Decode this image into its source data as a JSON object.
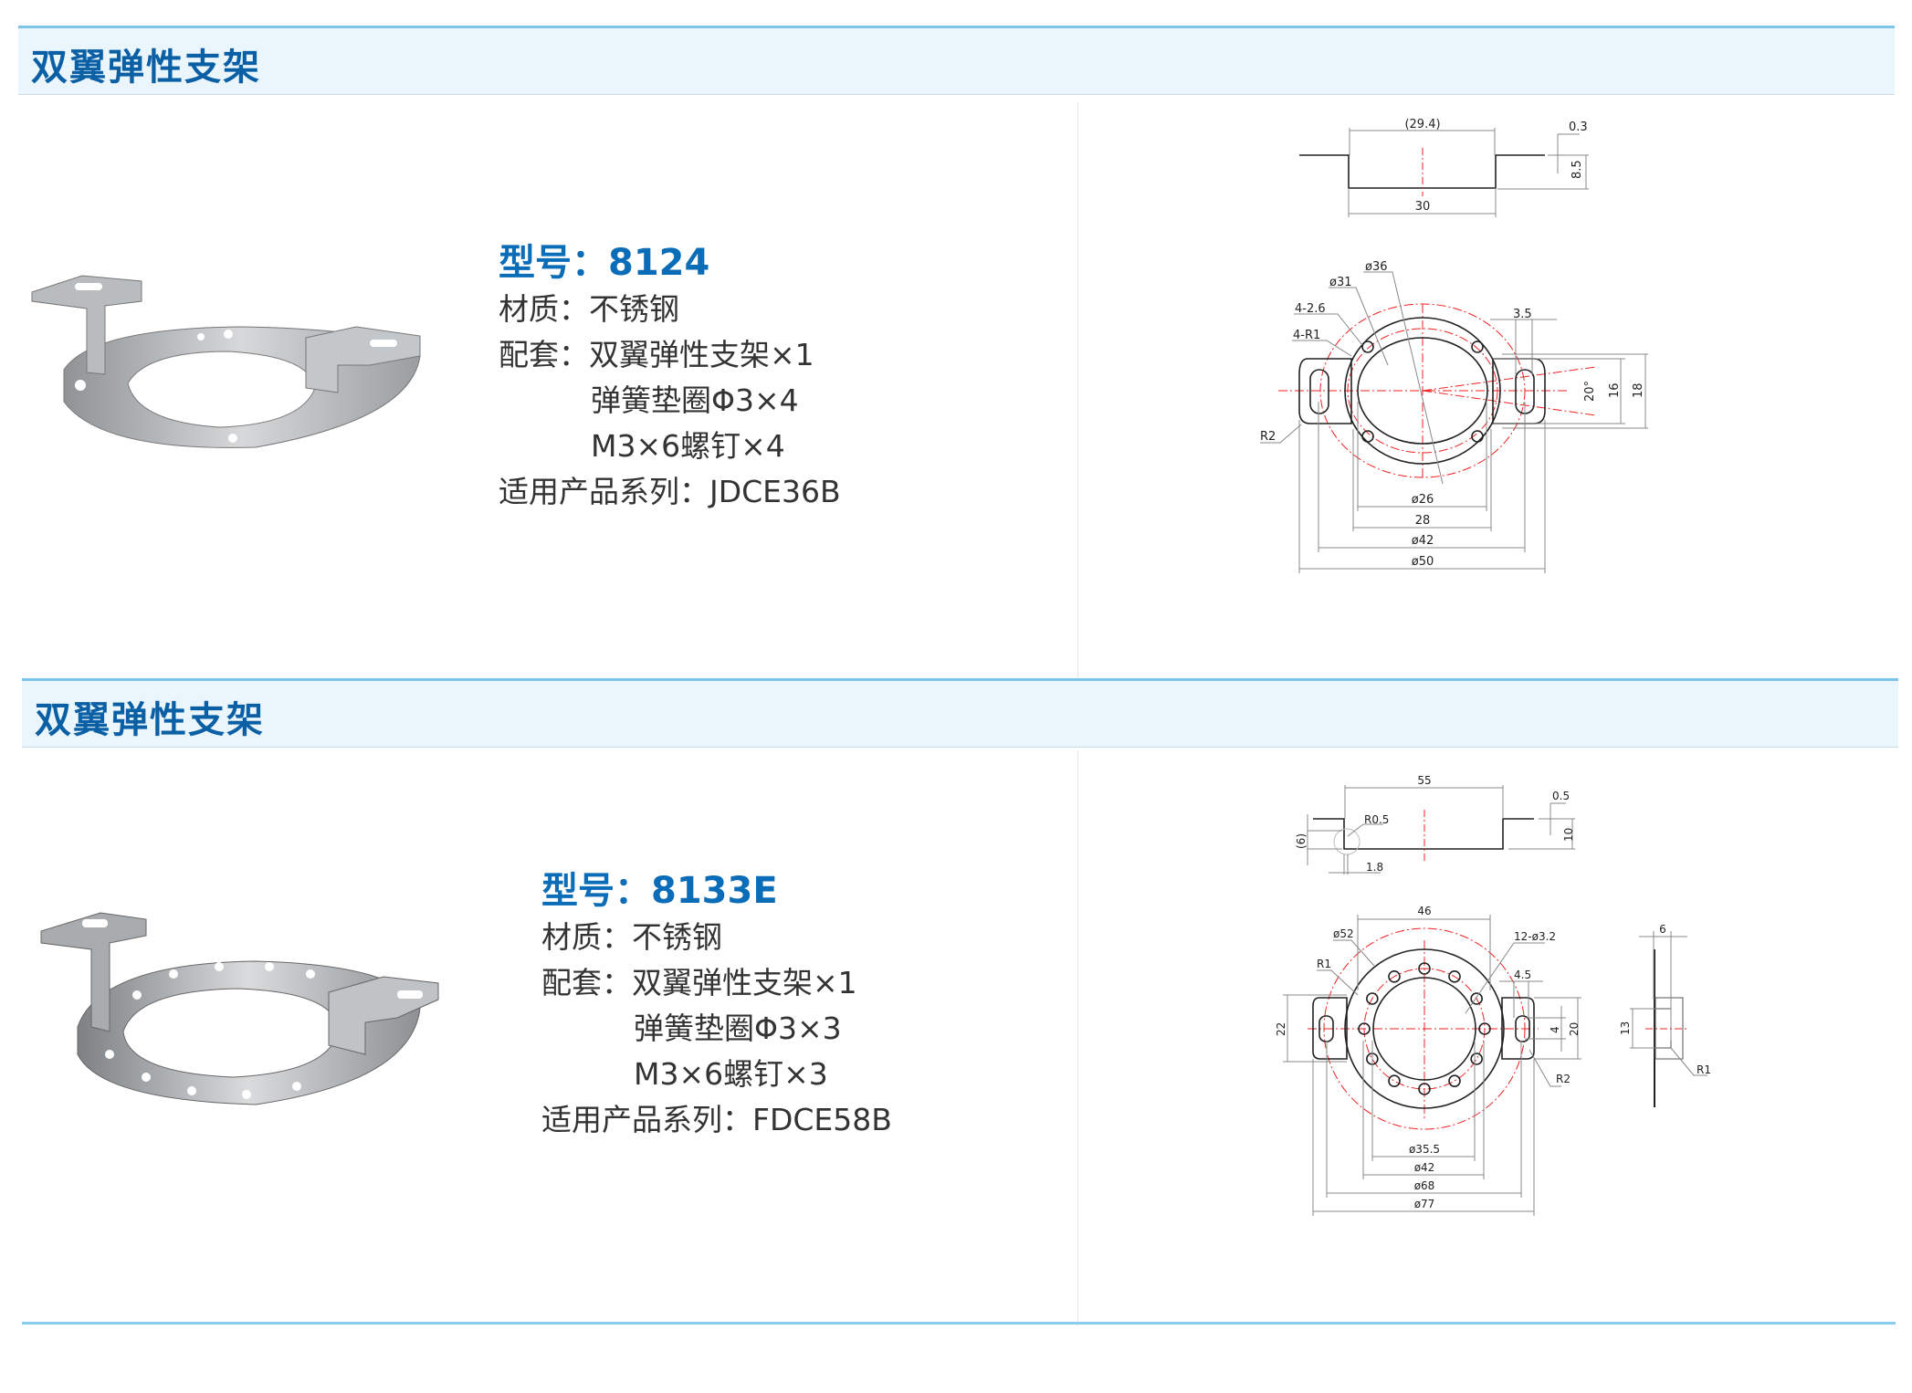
{
  "sections": [
    {
      "title": "双翼弹性支架",
      "model": "型号：8124",
      "material": "材质：不锈钢",
      "kit": [
        "配套：双翼弹性支架×1",
        "弹簧垫圈Φ3×4",
        "M3×6螺钉×4"
      ],
      "series": "适用产品系列：JDCE36B",
      "dims": {
        "d29_4": "(29.4)",
        "d0_3": "0.3",
        "d8_5": "8.5",
        "d30": "30",
        "d36": "ø36",
        "d31": "ø31",
        "h4_2_6": "4-2.6",
        "r4_r1": "4-R1",
        "d3_5": "3.5",
        "a20": "20°",
        "d16": "16",
        "d18": "18",
        "r2": "R2",
        "d26": "ø26",
        "d28": "28",
        "d42": "ø42",
        "d50": "ø50"
      }
    },
    {
      "title": "双翼弹性支架",
      "model": "型号：8133E",
      "material": "材质：不锈钢",
      "kit": [
        "配套：双翼弹性支架×1",
        "弹簧垫圈Φ3×3",
        "M3×6螺钉×3"
      ],
      "series": "适用产品系列：FDCE58B",
      "dims": {
        "d55": "55",
        "d0_5": "0.5",
        "d10": "10",
        "d6p": "(6)",
        "r0_5": "R0.5",
        "d1_8": "1.8",
        "d46": "46",
        "d52": "ø52",
        "r1": "R1",
        "h12": "12-ø3.2",
        "d4_5": "4.5",
        "d22": "22",
        "d4": "4",
        "d20": "20",
        "r2": "R2",
        "d35_5": "ø35.5",
        "d42": "ø42",
        "d68": "ø68",
        "d77": "ø77",
        "side6": "6",
        "side13": "13",
        "sideR1": "R1"
      }
    }
  ]
}
